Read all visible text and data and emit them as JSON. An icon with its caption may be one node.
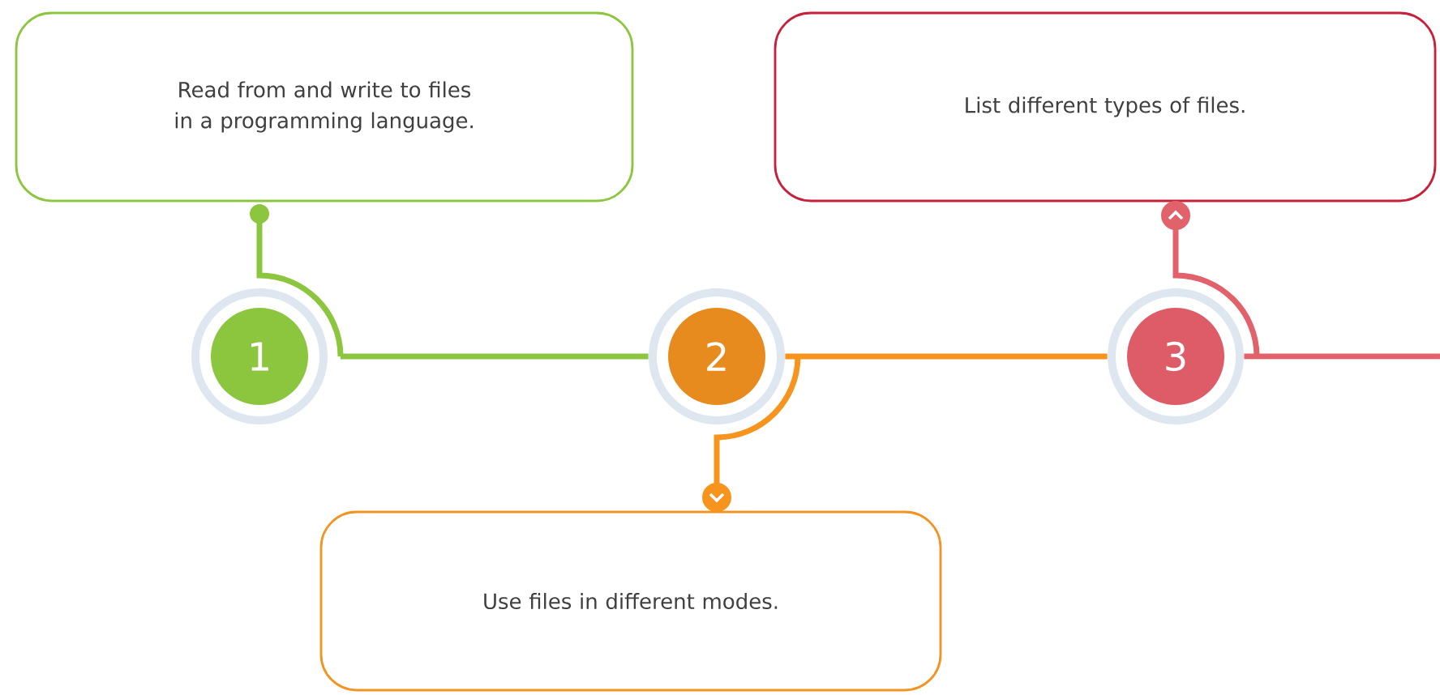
{
  "diagram": {
    "nodes": [
      {
        "text": [
          "Read from and write to files in a programming language."
        ]
      },
      {
        "text": [
          "1"
        ]
      },
      {
        "text": [
          "2"
        ]
      },
      {
        "text": [
          "Use files in different modes."
        ]
      },
      {
        "text": [
          "3"
        ]
      },
      {
        "text": [
          "List different types of files."
        ]
      }
    ],
    "edges": [
      {
        "from": 0,
        "to": 1,
        "arrow": "other",
        "color": "#8cc63f"
      },
      {
        "from": 1,
        "to": 2,
        "arrow": "none",
        "color": "#8cc63f"
      },
      {
        "from": 2,
        "to": 4,
        "arrow": "none",
        "color": "#f7941d"
      },
      {
        "from": 2,
        "to": 3,
        "arrow": "to",
        "color": "#f7941d"
      },
      {
        "from": 4,
        "to": 5,
        "arrow": "to",
        "color": "#e2626b"
      },
      {
        "from": 4,
        "to": null,
        "arrow": "none",
        "color": "#e2626b"
      }
    ]
  }
}
